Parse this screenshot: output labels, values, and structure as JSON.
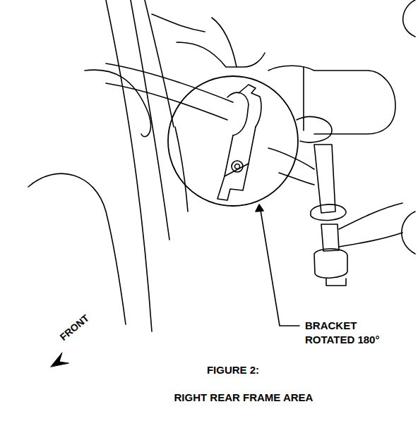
{
  "diagram": {
    "title": "FIGURE 2:",
    "caption": "RIGHT REAR FRAME AREA",
    "labels": [
      "BRACKET ROTATED 180°",
      "FRONT"
    ]
  }
}
